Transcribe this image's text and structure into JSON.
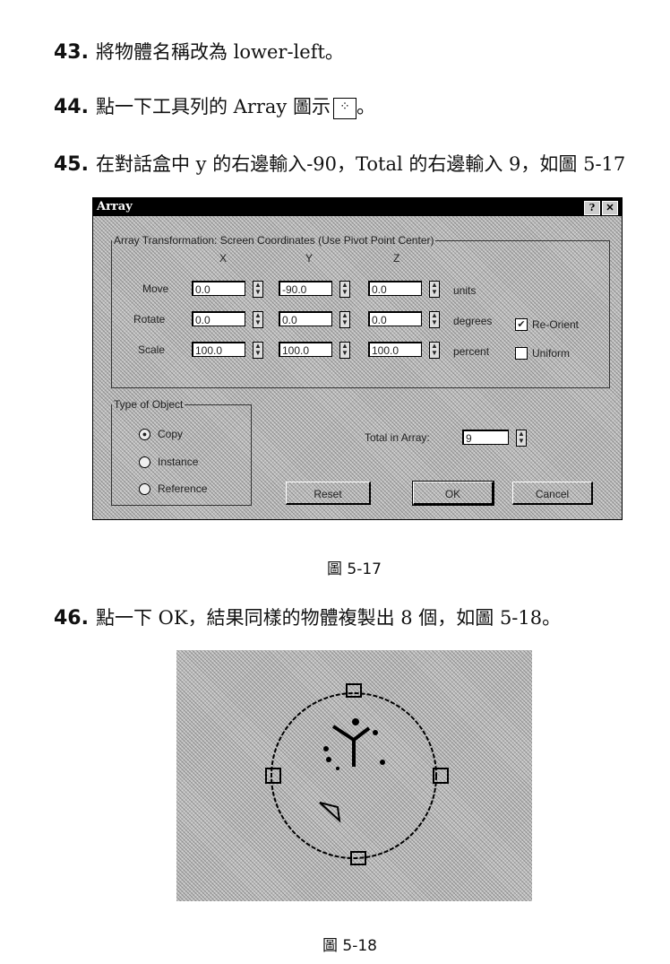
{
  "steps": [
    {
      "num": "43.",
      "text": "將物體名稱改為 lower-left。"
    },
    {
      "num": "44.",
      "text": "點一下工具列的 Array 圖示",
      "suffix": "。"
    },
    {
      "num": "45.",
      "text": "在對話盒中 y 的右邊輸入-90，Total 的右邊輸入 9，如圖 5-17"
    },
    {
      "num": "46.",
      "text": "點一下 OK，結果同樣的物體複製出 8 個，如圖 5-18。"
    }
  ],
  "captions": {
    "fig17": "圖 5-17",
    "fig18": "圖 5-18"
  },
  "dialog": {
    "title": "Array",
    "help": "?",
    "close": "✕",
    "transform_legend": "Array Transformation: Screen Coordinates (Use Pivot Point Center)",
    "axes": [
      "X",
      "Y",
      "Z"
    ],
    "rows": [
      {
        "label": "Move",
        "values": [
          "0.0",
          "-90.0",
          "0.0"
        ],
        "unit": "units"
      },
      {
        "label": "Rotate",
        "values": [
          "0.0",
          "0.0",
          "0.0"
        ],
        "unit": "degrees"
      },
      {
        "label": "Scale",
        "values": [
          "100.0",
          "100.0",
          "100.0"
        ],
        "unit": "percent"
      }
    ],
    "reorient": {
      "label": "Re-Orient",
      "checked": true
    },
    "uniform": {
      "label": "Uniform",
      "checked": false
    },
    "type_legend": "Type of Object",
    "types": [
      {
        "label": "Copy",
        "selected": true
      },
      {
        "label": "Instance",
        "selected": false
      },
      {
        "label": "Reference",
        "selected": false
      }
    ],
    "total_label": "Total in Array:",
    "total_value": "9",
    "buttons": {
      "reset": "Reset",
      "ok": "OK",
      "cancel": "Cancel"
    }
  }
}
